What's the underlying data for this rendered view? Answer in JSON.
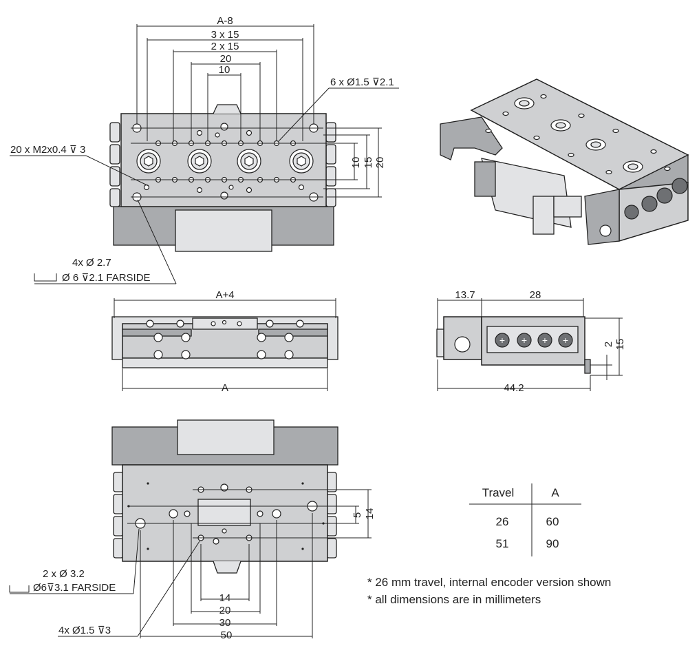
{
  "dimensions": {
    "top": {
      "a_minus_8": "A-8",
      "three_x_15": "3 x 15",
      "two_x_15": "2 x 15",
      "d20": "20",
      "d10": "10",
      "right_10": "10",
      "right_15": "15",
      "right_20": "20"
    },
    "front": {
      "a_plus_4": "A+4",
      "a": "A"
    },
    "side": {
      "d13_7": "13.7",
      "d28": "28",
      "d44_2": "44.2",
      "d2": "2",
      "d15": "15"
    },
    "bottom": {
      "d14": "14",
      "d20": "20",
      "d30": "30",
      "d50": "50",
      "right_5": "5",
      "right_14": "14"
    }
  },
  "callouts": {
    "holes_6x": "6 x  Ø1.5",
    "holes_6x_depth": "2.1",
    "m2_20x": "20 x M2x0.4",
    "m2_20x_depth": "3",
    "holes_4x_27": "4x Ø 2.7",
    "cbore_6": "Ø 6",
    "cbore_6_depth": "2.1 FARSIDE",
    "holes_2x_32": "2 x Ø 3.2",
    "cbore_bottom": "Ø6",
    "cbore_bottom_depth": "3.1 FARSIDE",
    "holes_4x_15": "4x  Ø1.5",
    "holes_4x_15_depth": "3"
  },
  "table": {
    "headers": [
      "Travel",
      "A"
    ],
    "rows": [
      [
        "26",
        "60"
      ],
      [
        "51",
        "90"
      ]
    ]
  },
  "notes": [
    "* 26 mm travel, internal encoder version shown",
    "* all dimensions are in millimeters"
  ]
}
